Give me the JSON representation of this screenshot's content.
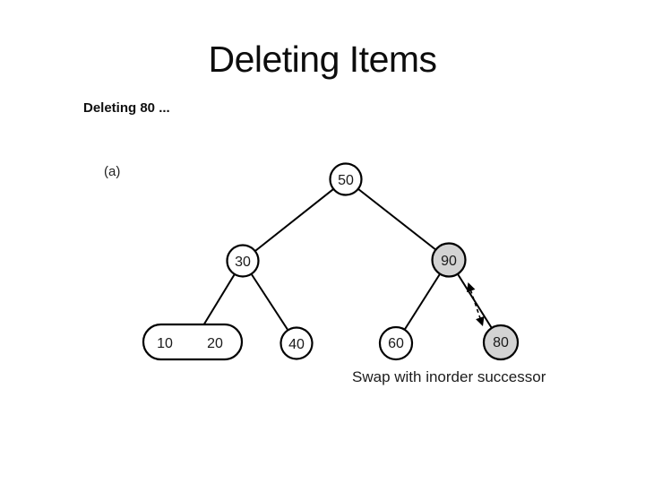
{
  "slide": {
    "title": "Deleting Items",
    "subtitle": "Deleting 80 ..."
  },
  "figure": {
    "panel_label": "(a)",
    "caption": "Swap with inorder successor",
    "node_labels": {
      "n50": "50",
      "n30": "30",
      "n90": "90",
      "n10": "10",
      "n20": "20",
      "n40": "40",
      "n60": "60",
      "n80": "80"
    },
    "edges": [
      "50-30",
      "50-90",
      "30-(10,20)",
      "30-40",
      "90-60",
      "90-80"
    ],
    "swap_pair": [
      "90",
      "80"
    ],
    "colors": {
      "node_fill": "#ffffff",
      "highlight_fill": "#d3d3d3",
      "stroke": "#000000",
      "text": "#1a1a1a"
    }
  }
}
